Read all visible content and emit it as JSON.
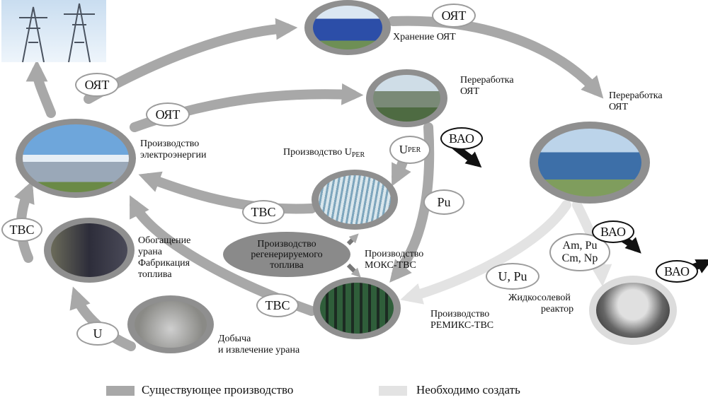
{
  "nodes": {
    "storage": "Хранение ОЯТ",
    "reprocess_center": [
      "Переработка",
      "ОЯТ"
    ],
    "reprocess_right": [
      "Переработка",
      "ОЯТ"
    ],
    "power": [
      "Производство",
      "электроэнергии"
    ],
    "uper_prod": "Производство U",
    "uper_sub": "PER",
    "enrichment": [
      "Обогащение",
      "урана",
      "Фабрикация",
      "топлива"
    ],
    "mining": [
      "Добыча",
      "и извлечение урана"
    ],
    "moks": [
      "Производство",
      "МОКС-ТВС"
    ],
    "remiks": [
      "Производство",
      "РЕМИКС-ТВС"
    ],
    "regen": [
      "Производство",
      "регенерируемого",
      "топлива"
    ],
    "reactor": [
      "Жидкосолевой",
      "реактор"
    ]
  },
  "flow_labels": {
    "oyat_1": "ОЯТ",
    "oyat_2": "ОЯТ",
    "oyat_3": "ОЯТ",
    "tvs_1": "ТВС",
    "tvs_2": "ТВС",
    "tvs_3": "ТВС",
    "u": "U",
    "u_per": "U",
    "u_per_sub": "PER",
    "pu": "Pu",
    "u_pu": "U, Pu",
    "am_pu": "Am, Pu",
    "cm_np": "Cm, Np",
    "vao_1": "ВАО",
    "vao_2": "ВАО",
    "vao_3": "ВАО"
  },
  "legend": {
    "existing": "Существующее производство",
    "needed": "Необходимо создать"
  },
  "colors": {
    "existing_arrow": "#a8a8a8",
    "needed_arrow": "#e3e3e3",
    "node_ring": "#8f8f8f",
    "regen_ellipse": "#8a8a8a"
  },
  "icons": [
    "power-line-towers-image",
    "storage-facility-image",
    "reprocessing-plant-image",
    "power-plant-image",
    "fuel-assembly-image",
    "enrichment-plant-image",
    "mining-site-image",
    "moks-fabrication-image",
    "right-reprocessing-plant-image",
    "reactor-image"
  ]
}
